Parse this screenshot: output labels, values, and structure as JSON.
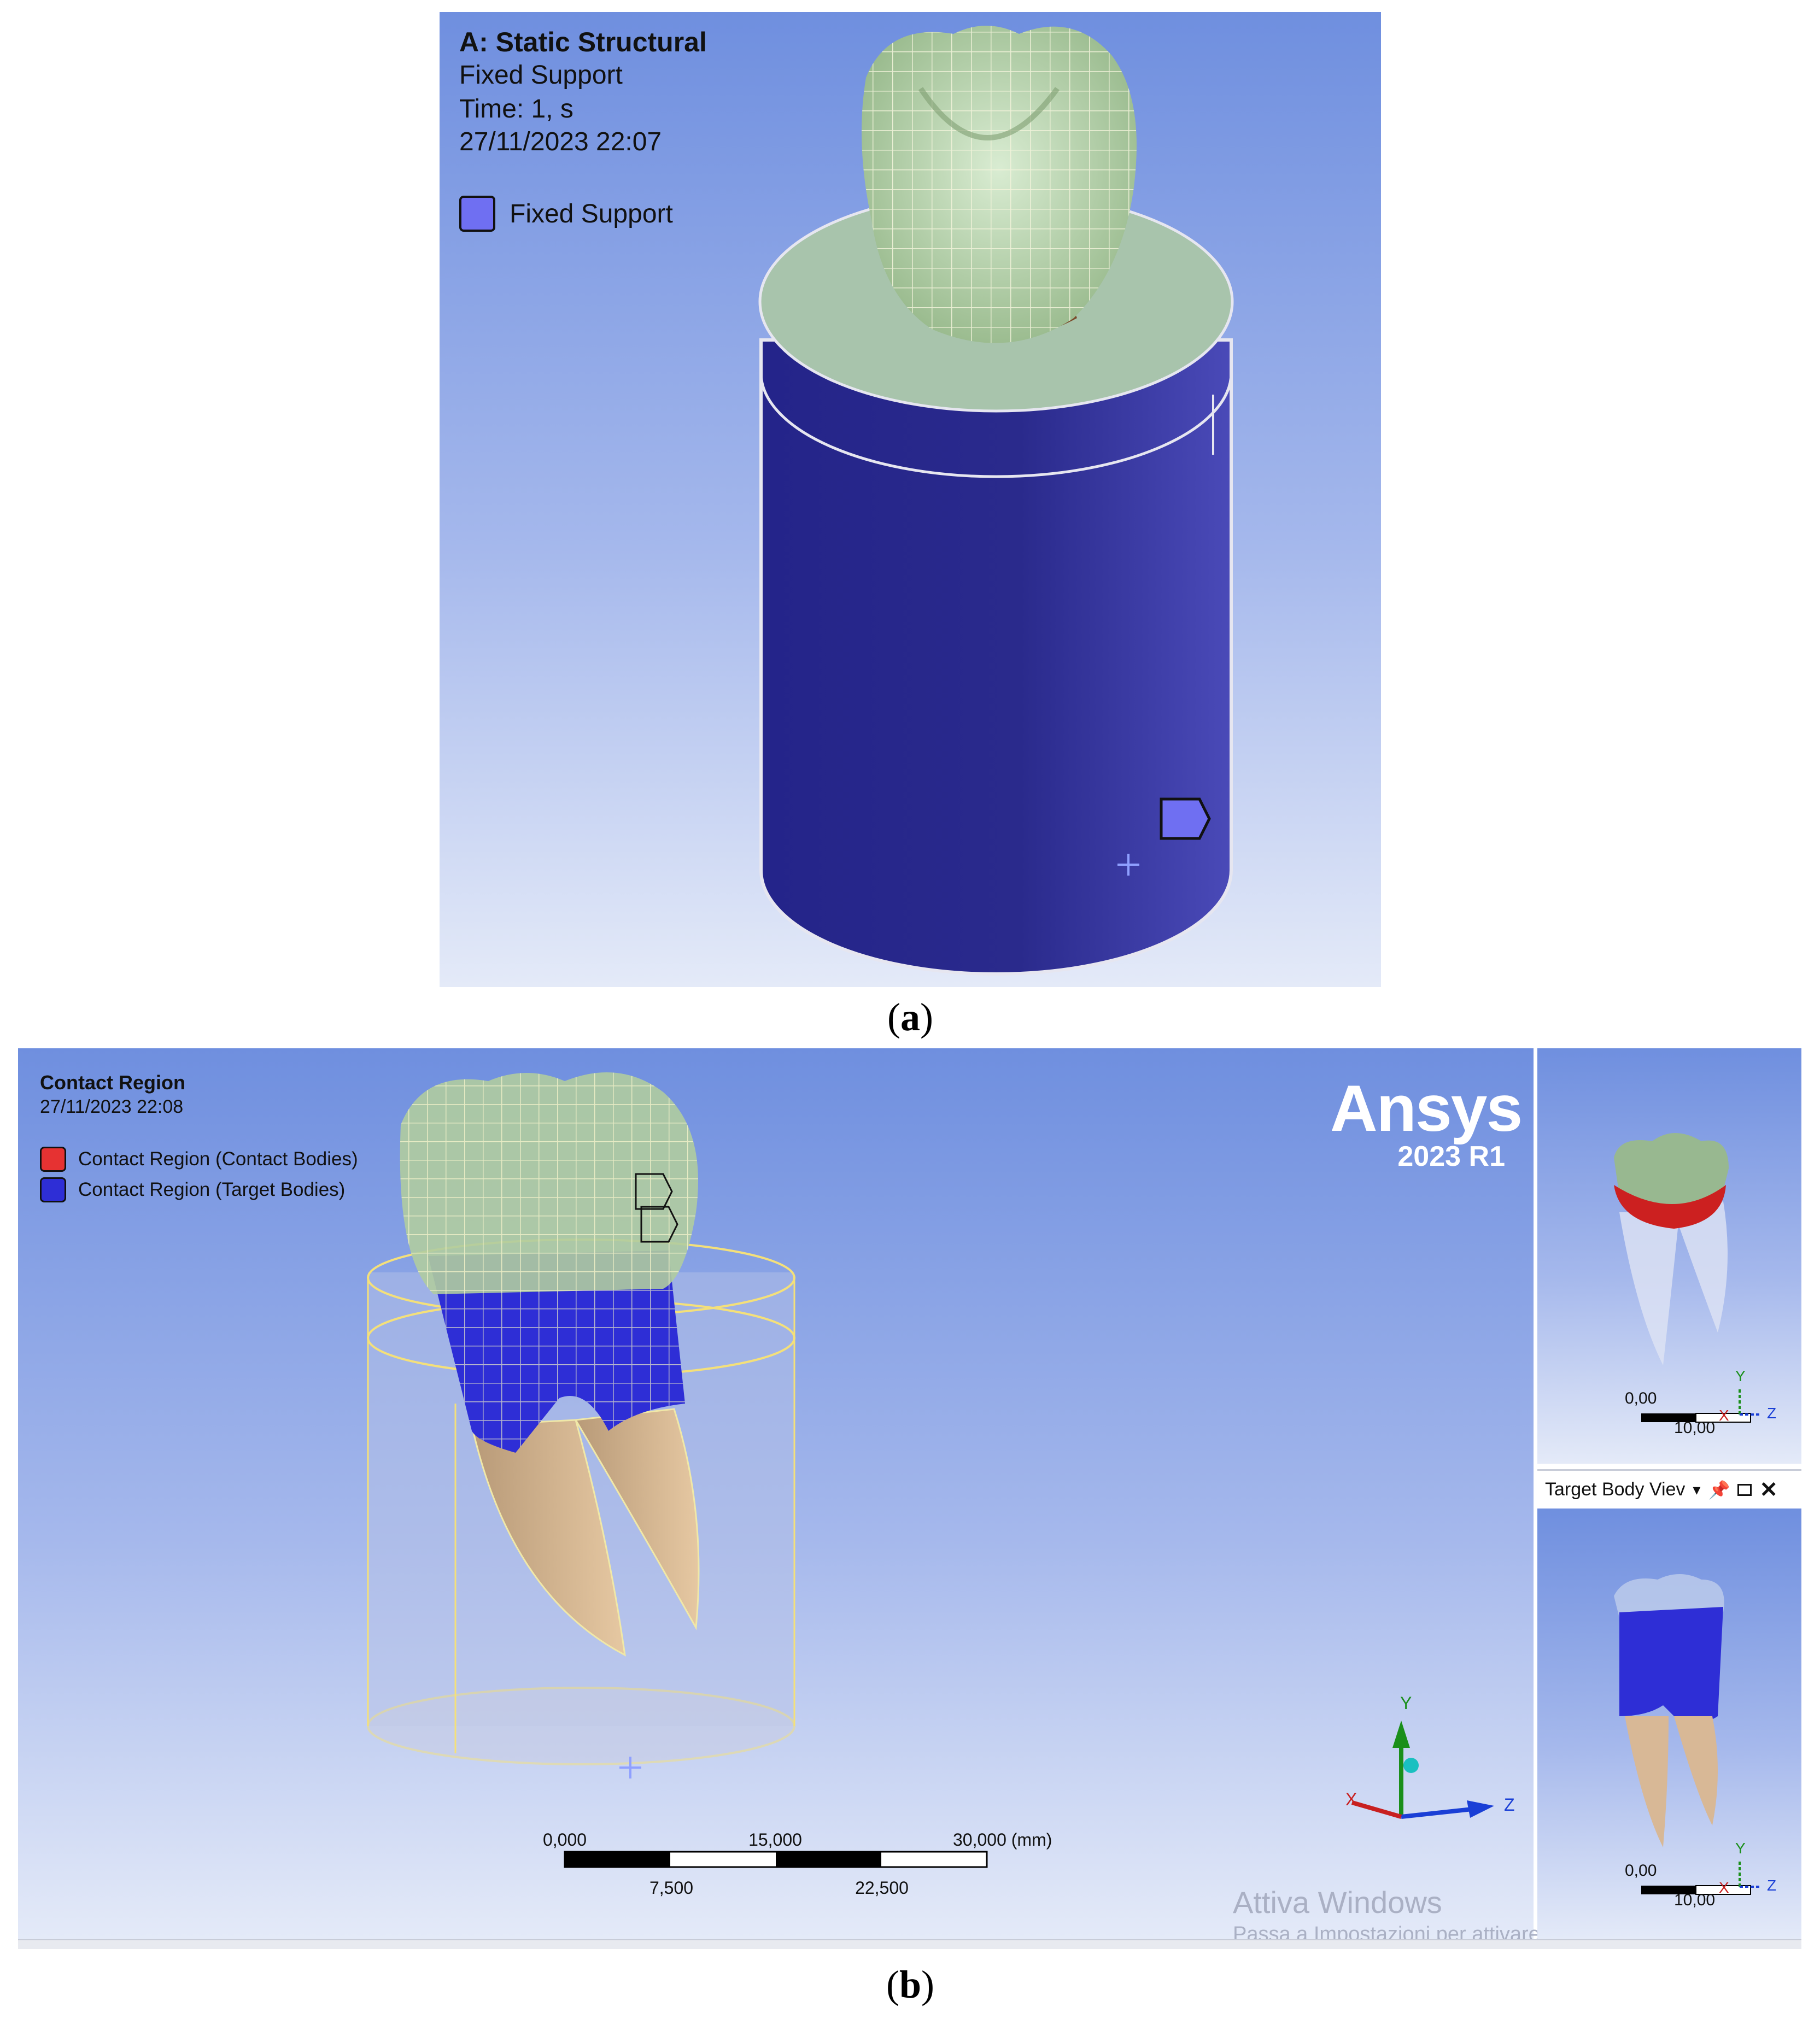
{
  "panel_a": {
    "title": "A: Static Structural",
    "subtitle": "Fixed Support",
    "time": "Time: 1, s",
    "datetime": "27/11/2023 22:07",
    "legend": [
      {
        "label": "Fixed Support",
        "color": "#6f6ff2"
      }
    ],
    "caption_letter": "a"
  },
  "panel_b": {
    "title": "Contact Region",
    "datetime": "27/11/2023 22:08",
    "legend": [
      {
        "label": "Contact Region (Contact Bodies)",
        "color": "#e63232"
      },
      {
        "label": "Contact Region (Target Bodies)",
        "color": "#2e2ed6"
      }
    ],
    "brand": {
      "name": "Ansys",
      "version": "2023 R1"
    },
    "scale_bar": {
      "labels_top": [
        "0,000",
        "15,000",
        "30,000 (mm)"
      ],
      "labels_bottom": [
        "7,500",
        "22,500"
      ]
    },
    "axes": {
      "x": "X",
      "y": "Y",
      "z": "Z"
    },
    "mini_view_top": {
      "scale_labels": [
        "0,00",
        "10,00"
      ],
      "axes": {
        "x": "X",
        "y": "Y",
        "z": "Z"
      }
    },
    "target_view": {
      "title": "Target Body Viev",
      "controls": [
        "chevron-down-icon",
        "pin-icon",
        "maximize-icon",
        "close-icon"
      ],
      "scale_labels": [
        "0,00",
        "10,00"
      ],
      "axes": {
        "x": "X",
        "y": "Y",
        "z": "Z"
      }
    },
    "watermark": {
      "title": "Attiva Windows",
      "subtitle": "Passa a Impostazioni per attivare Windows."
    },
    "caption_letter": "b"
  }
}
